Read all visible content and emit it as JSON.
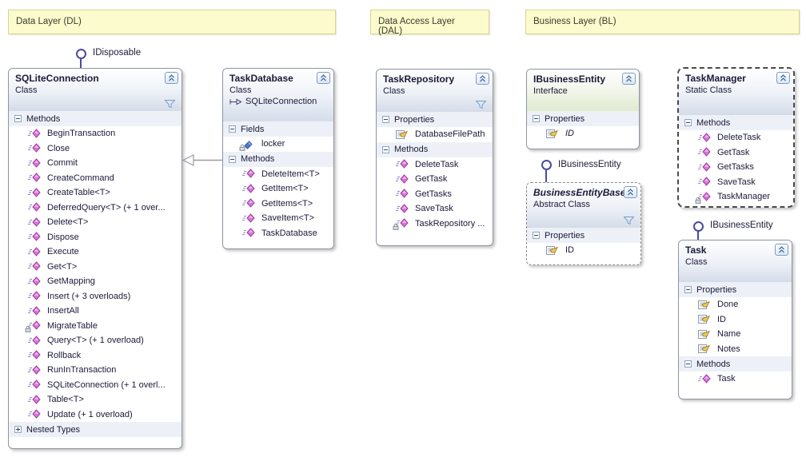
{
  "comments": [
    {
      "label": "Data Layer (DL)"
    },
    {
      "label": "Data Access Layer (DAL)"
    },
    {
      "label": "Business Layer (BL)"
    }
  ],
  "lollipops": [
    {
      "label": "IDisposable"
    },
    {
      "label": "IBusinessEntity"
    },
    {
      "label": "IBusinessEntity"
    }
  ],
  "relationships": [
    {
      "type": "inheritance",
      "from": "TaskDatabase",
      "to": "SQLiteConnection"
    }
  ],
  "boxes": {
    "sqlite": {
      "title": "SQLiteConnection",
      "kind": "Class",
      "sections": [
        {
          "label": "Methods",
          "expanded": true,
          "items": [
            {
              "label": "BeginTransaction",
              "type": "method"
            },
            {
              "label": "Close",
              "type": "method"
            },
            {
              "label": "Commit",
              "type": "method"
            },
            {
              "label": "CreateCommand",
              "type": "method"
            },
            {
              "label": "CreateTable<T>",
              "type": "method"
            },
            {
              "label": "DeferredQuery<T> (+ 1 over...",
              "type": "method"
            },
            {
              "label": "Delete<T>",
              "type": "method"
            },
            {
              "label": "Dispose",
              "type": "method"
            },
            {
              "label": "Execute",
              "type": "method"
            },
            {
              "label": "Get<T>",
              "type": "method"
            },
            {
              "label": "GetMapping",
              "type": "method"
            },
            {
              "label": "Insert (+ 3 overloads)",
              "type": "method"
            },
            {
              "label": "InsertAll",
              "type": "method"
            },
            {
              "label": "MigrateTable",
              "type": "method",
              "lock": true
            },
            {
              "label": "Query<T> (+ 1 overload)",
              "type": "method"
            },
            {
              "label": "Rollback",
              "type": "method"
            },
            {
              "label": "RunInTransaction",
              "type": "method"
            },
            {
              "label": "SQLiteConnection (+ 1 overl...",
              "type": "method"
            },
            {
              "label": "Table<T>",
              "type": "method"
            },
            {
              "label": "Update (+ 1 overload)",
              "type": "method"
            }
          ]
        },
        {
          "label": "Nested Types",
          "expanded": false,
          "items": []
        }
      ]
    },
    "taskdatabase": {
      "title": "TaskDatabase",
      "kind": "Class",
      "base": "SQLiteConnection",
      "sections": [
        {
          "label": "Fields",
          "expanded": true,
          "items": [
            {
              "label": "locker",
              "type": "field",
              "lock": true
            }
          ]
        },
        {
          "label": "Methods",
          "expanded": true,
          "items": [
            {
              "label": "DeleteItem<T>",
              "type": "method"
            },
            {
              "label": "GetItem<T>",
              "type": "method"
            },
            {
              "label": "GetItems<T>",
              "type": "method"
            },
            {
              "label": "SaveItem<T>",
              "type": "method"
            },
            {
              "label": "TaskDatabase",
              "type": "method"
            }
          ]
        }
      ]
    },
    "taskrepository": {
      "title": "TaskRepository",
      "kind": "Class",
      "sections": [
        {
          "label": "Properties",
          "expanded": true,
          "items": [
            {
              "label": "DatabaseFilePath",
              "type": "property"
            }
          ]
        },
        {
          "label": "Methods",
          "expanded": true,
          "items": [
            {
              "label": "DeleteTask",
              "type": "method"
            },
            {
              "label": "GetTask",
              "type": "method"
            },
            {
              "label": "GetTasks",
              "type": "method"
            },
            {
              "label": "SaveTask",
              "type": "method"
            },
            {
              "label": "TaskRepository ...",
              "type": "method",
              "lock": true
            }
          ]
        }
      ]
    },
    "ibusinessentity": {
      "title": "IBusinessEntity",
      "kind": "Interface",
      "sections": [
        {
          "label": "Properties",
          "expanded": true,
          "items": [
            {
              "label": "ID",
              "type": "property",
              "italic": true
            }
          ]
        }
      ]
    },
    "businessentitybase": {
      "title": "BusinessEntityBase",
      "kind": "Abstract Class",
      "sections": [
        {
          "label": "Properties",
          "expanded": true,
          "items": [
            {
              "label": "ID",
              "type": "property"
            }
          ]
        }
      ]
    },
    "taskmanager": {
      "title": "TaskManager",
      "kind": "Static Class",
      "sections": [
        {
          "label": "Methods",
          "expanded": true,
          "items": [
            {
              "label": "DeleteTask",
              "type": "method"
            },
            {
              "label": "GetTask",
              "type": "method"
            },
            {
              "label": "GetTasks",
              "type": "method"
            },
            {
              "label": "SaveTask",
              "type": "method"
            },
            {
              "label": "TaskManager",
              "type": "method",
              "lock": true
            }
          ]
        }
      ]
    },
    "task": {
      "title": "Task",
      "kind": "Class",
      "sections": [
        {
          "label": "Properties",
          "expanded": true,
          "items": [
            {
              "label": "Done",
              "type": "property"
            },
            {
              "label": "ID",
              "type": "property"
            },
            {
              "label": "Name",
              "type": "property"
            },
            {
              "label": "Notes",
              "type": "property"
            }
          ]
        },
        {
          "label": "Methods",
          "expanded": true,
          "items": [
            {
              "label": "Task",
              "type": "method"
            }
          ]
        }
      ]
    }
  }
}
